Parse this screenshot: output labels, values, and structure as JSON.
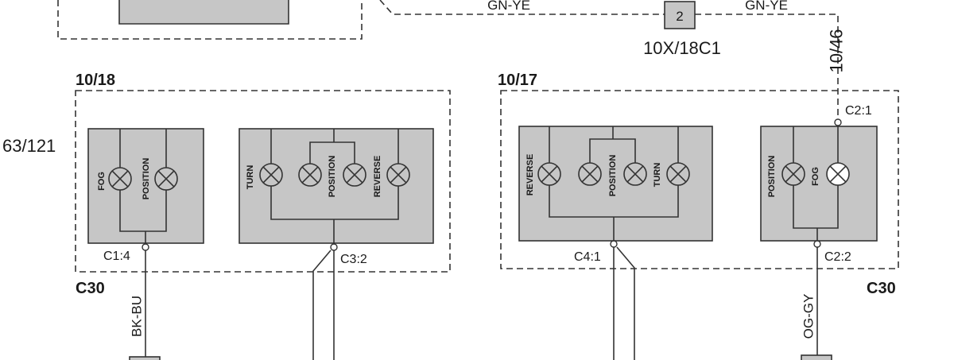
{
  "labels": {
    "wire_gn_ye_left": "GN-YE",
    "wire_gn_ye_right": "GN-YE",
    "splice_number": "2",
    "splice_id": "10X/18C1",
    "wire_10_46": "10/46",
    "ref_10_18": "10/18",
    "ref_10_17": "10/17",
    "ref_63_121": "63/121",
    "c30_left": "C30",
    "c30_right": "C30",
    "wire_bk_bu": "BK-BU",
    "wire_og_gy": "OG-GY"
  },
  "connectors": {
    "c1_4": "C1:4",
    "c3_2": "C3:2",
    "c4_1": "C4:1",
    "c2_1": "C2:1",
    "c2_2": "C2:2"
  },
  "lamps": {
    "lamp1_fog": "FOG",
    "lamp1_position": "POSITION",
    "lamp2_turn": "TURN",
    "lamp2_position": "POSITION",
    "lamp2_reverse": "REVERSE",
    "lamp3_reverse": "REVERSE",
    "lamp3_position": "POSITION",
    "lamp3_turn": "TURN",
    "lamp4_position": "POSITION",
    "lamp4_fog": "FOG"
  }
}
